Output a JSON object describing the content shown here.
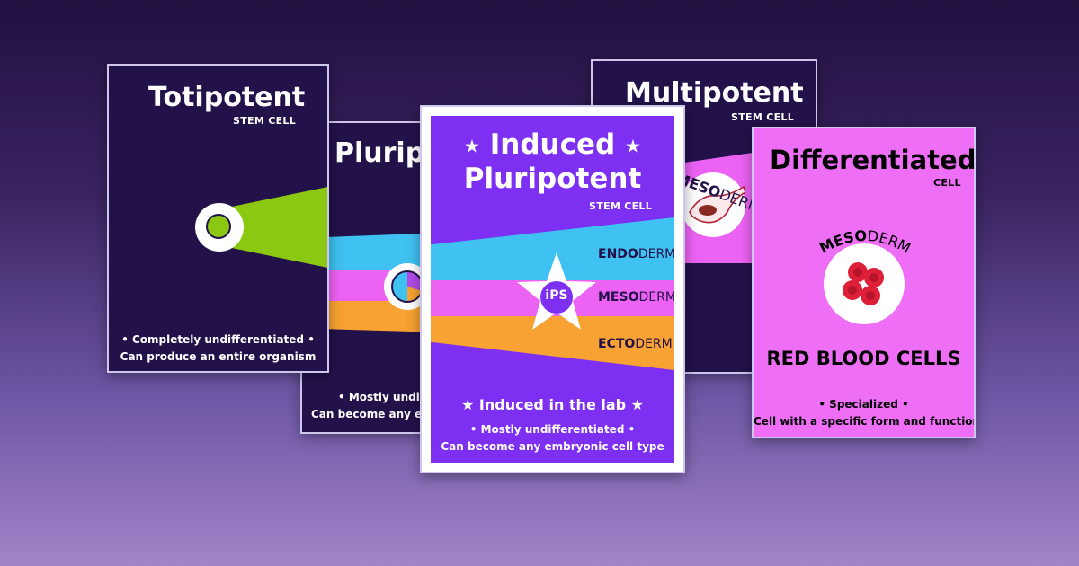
{
  "cards": {
    "totipotent": {
      "title": "Totipotent",
      "subtitle": "STEM CELL",
      "line1": "• Completely undifferentiated •",
      "line2": "Can produce an entire organism"
    },
    "pluripotent": {
      "title": "Pluripotent",
      "line1": "• Mostly undifferentiated •",
      "line2": "Can become any embryonic cell type"
    },
    "induced": {
      "title_line1": "Induced",
      "title_line2": "Pluripotent",
      "subtitle": "STEM CELL",
      "endoderm_bold": "ENDO",
      "endoderm_rest": "DERM",
      "mesoderm_bold": "MESO",
      "mesoderm_rest": "DERM",
      "ectoderm_bold": "ECTO",
      "ectoderm_rest": "DERM",
      "badge": "iPS",
      "lab": "Induced in the lab",
      "line1": "• Mostly undifferentiated •",
      "line2": "Can become any embryonic cell type"
    },
    "multipotent": {
      "title": "Multipotent",
      "subtitle": "STEM CELL",
      "arc_bold": "MESO",
      "arc_rest": "DERM"
    },
    "differentiated": {
      "title": "Differentiated",
      "subtitle": "CELL",
      "arc_bold": "MESO",
      "arc_rest": "DERM",
      "cell_type": "RED BLOOD CELLS",
      "line1": "• Specialized •",
      "line2": "Cell with a specific form and function"
    }
  },
  "colors": {
    "dark_card": "#23114a",
    "purple": "#7d2ff2",
    "pink": "#ee6ef5",
    "green": "#8ac811",
    "endoderm": "#3fc1f1",
    "mesoderm": "#ec63f4",
    "ectoderm": "#f7a232",
    "blood": "#dd1f38"
  }
}
